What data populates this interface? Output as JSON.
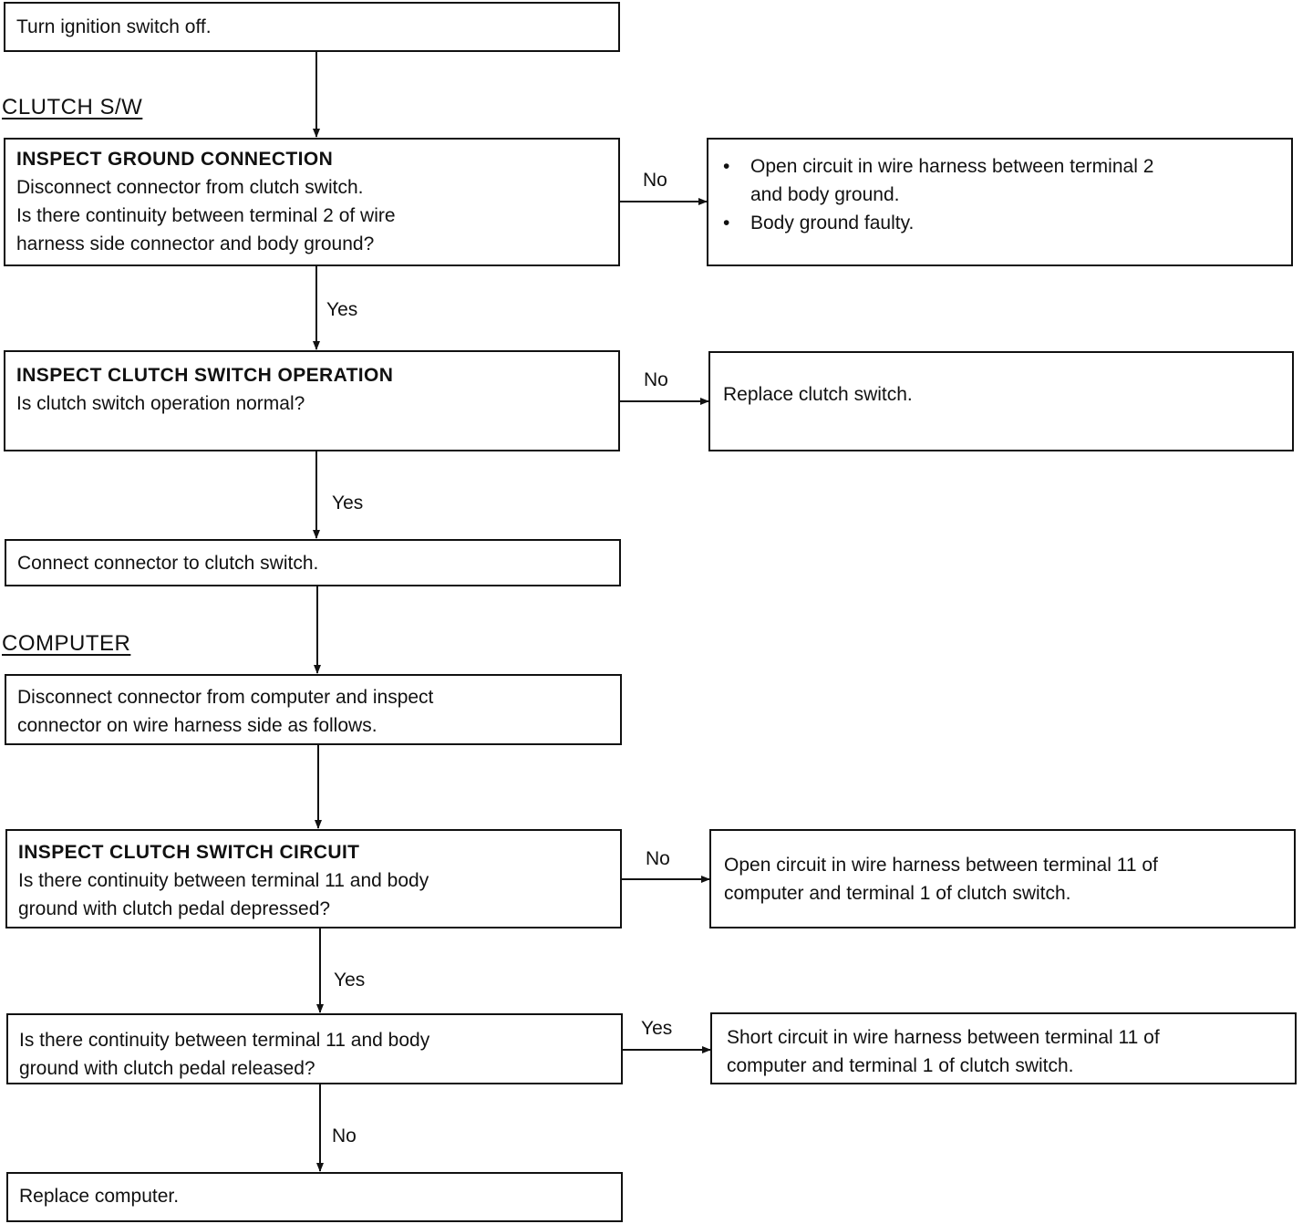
{
  "sections": {
    "clutch_sw": "CLUTCH S/W",
    "computer": "COMPUTER"
  },
  "steps": {
    "turn_off": {
      "text": "Turn ignition switch off."
    },
    "ground": {
      "heading": "INSPECT GROUND CONNECTION",
      "lines": [
        "Disconnect connector from clutch switch.",
        "Is there continuity between terminal 2 of wire",
        "harness side connector and body ground?"
      ]
    },
    "ground_no": {
      "bullets": [
        "Open circuit in wire harness between terminal 2",
        "Body ground faulty."
      ],
      "bullet1_cont": "and body ground."
    },
    "operation": {
      "heading": "INSPECT CLUTCH SWITCH OPERATION",
      "lines": [
        "Is clutch switch operation normal?"
      ]
    },
    "operation_no": {
      "text": "Replace clutch switch."
    },
    "connect": {
      "text": "Connect connector to clutch switch."
    },
    "disconnect": {
      "lines": [
        "Disconnect connector from computer and inspect",
        "connector on wire harness side as follows."
      ]
    },
    "circuit": {
      "heading": "INSPECT CLUTCH SWITCH CIRCUIT",
      "lines": [
        "Is there continuity between terminal 11 and body",
        "ground with clutch pedal depressed?"
      ]
    },
    "circuit_no": {
      "lines": [
        "Open circuit in wire harness between terminal 11 of",
        "computer and terminal 1 of clutch switch."
      ]
    },
    "released": {
      "lines": [
        "Is there continuity between terminal 11 and body",
        "ground with clutch pedal released?"
      ]
    },
    "released_yes": {
      "lines": [
        "Short circuit in wire harness between terminal 11 of",
        "computer and terminal 1 of clutch switch."
      ]
    },
    "replace_computer": {
      "text": "Replace computer."
    }
  },
  "labels": {
    "no": "No",
    "yes": "Yes"
  }
}
